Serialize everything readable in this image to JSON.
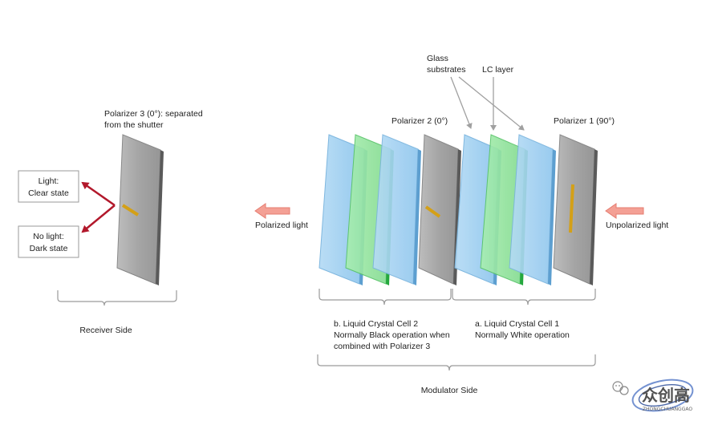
{
  "labels": {
    "polarizer3": [
      "Polarizer 3 (0°): separated",
      "from the shutter"
    ],
    "polarizer2": "Polarizer 2 (0°)",
    "polarizer1": "Polarizer 1 (90°)",
    "glass_substrates": [
      "Glass",
      "substrates"
    ],
    "lc_layer": "LC layer",
    "polarized_light": "Polarized light",
    "unpolarized_light": "Unpolarized light",
    "receiver_side": "Receiver Side",
    "modulator_side": "Modulator Side",
    "cell2": [
      "b. Liquid Crystal Cell 2",
      "Normally Black operation when",
      "combined with Polarizer 3"
    ],
    "cell1": [
      "a. Liquid Crystal Cell 1",
      "Normally White operation"
    ]
  },
  "states": {
    "light": [
      "Light:",
      "Clear state"
    ],
    "no_light": [
      "No light:",
      "Dark state"
    ]
  },
  "watermark": {
    "text": "众创高",
    "sub": "ZHONGCHUANGGAO"
  },
  "colors": {
    "polarizer_gray": "#a9a9a9",
    "glass_blue": "#9fd0f2",
    "lc_green": "#8ee29a",
    "arrow_pink": "#f4a095",
    "arrow_red": "#b2182b",
    "mark_yellow": "#d4a017"
  }
}
